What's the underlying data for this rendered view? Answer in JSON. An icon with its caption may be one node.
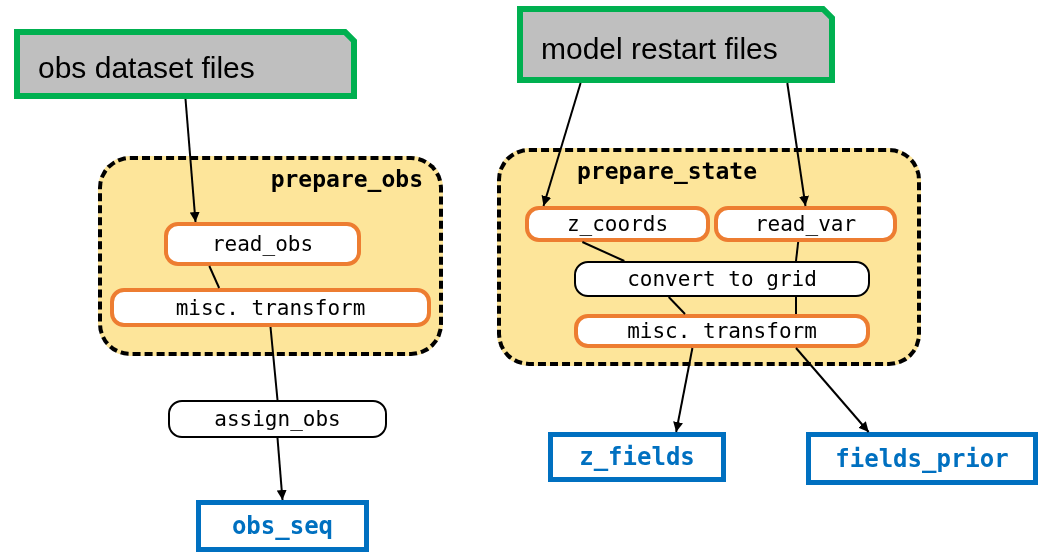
{
  "diagram": {
    "nodes": [
      {
        "text": [
          "obs dataset files"
        ]
      },
      {
        "text": [
          "prepare_obs"
        ]
      },
      {
        "text": [
          "read_obs"
        ],
        "in": 1
      },
      {
        "text": [
          "misc. transform"
        ],
        "in": 1
      },
      {
        "text": [
          "assign_obs"
        ]
      },
      {
        "text": [
          "obs_seq"
        ]
      },
      {
        "text": [
          "model restart files"
        ]
      },
      {
        "text": [
          "prepare_state"
        ]
      },
      {
        "text": [
          "z_coords"
        ],
        "in": 7
      },
      {
        "text": [
          "read_var"
        ],
        "in": 7
      },
      {
        "text": [
          "convert to grid"
        ],
        "in": 7
      },
      {
        "text": [
          "misc. transform"
        ],
        "in": 7
      },
      {
        "text": [
          "z_fields"
        ]
      },
      {
        "text": [
          "fields_prior"
        ]
      }
    ],
    "edges": [
      {
        "from": 0,
        "to": 2,
        "arrow": "to"
      },
      {
        "from": 2,
        "to": 3,
        "arrow": "none"
      },
      {
        "from": 3,
        "to": 4,
        "arrow": "none"
      },
      {
        "from": 4,
        "to": 5,
        "arrow": "to"
      },
      {
        "from": 6,
        "to": 8,
        "arrow": "to"
      },
      {
        "from": 6,
        "to": 9,
        "arrow": "to"
      },
      {
        "from": 8,
        "to": 10,
        "arrow": "none"
      },
      {
        "from": 9,
        "to": 10,
        "arrow": "none"
      },
      {
        "from": 10,
        "to": 11,
        "arrow": "none"
      },
      {
        "from": 10,
        "to": 11,
        "arrow": "none"
      },
      {
        "from": 11,
        "to": 12,
        "arrow": "to"
      },
      {
        "from": 11,
        "to": 13,
        "arrow": "to"
      }
    ]
  }
}
